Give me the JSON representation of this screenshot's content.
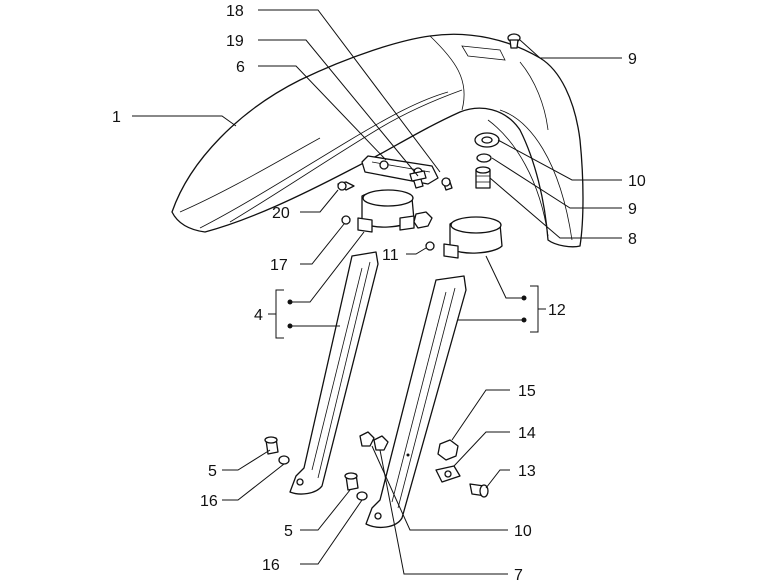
{
  "callouts": [
    {
      "id": "c1",
      "text": "1"
    },
    {
      "id": "c18",
      "text": "18"
    },
    {
      "id": "c19",
      "text": "19"
    },
    {
      "id": "c6",
      "text": "6"
    },
    {
      "id": "c9a",
      "text": "9"
    },
    {
      "id": "c10a",
      "text": "10"
    },
    {
      "id": "c9b",
      "text": "9"
    },
    {
      "id": "c8",
      "text": "8"
    },
    {
      "id": "c20",
      "text": "20"
    },
    {
      "id": "c17",
      "text": "17"
    },
    {
      "id": "c11",
      "text": "11"
    },
    {
      "id": "c4",
      "text": "4"
    },
    {
      "id": "c12",
      "text": "12"
    },
    {
      "id": "c15",
      "text": "15"
    },
    {
      "id": "c14",
      "text": "14"
    },
    {
      "id": "c13",
      "text": "13"
    },
    {
      "id": "c5a",
      "text": "5"
    },
    {
      "id": "c16a",
      "text": "16"
    },
    {
      "id": "c5b",
      "text": "5"
    },
    {
      "id": "c10b",
      "text": "10"
    },
    {
      "id": "c16b",
      "text": "16"
    },
    {
      "id": "c7",
      "text": "7"
    }
  ],
  "colors": {
    "line": "#111111",
    "background": "#ffffff"
  }
}
